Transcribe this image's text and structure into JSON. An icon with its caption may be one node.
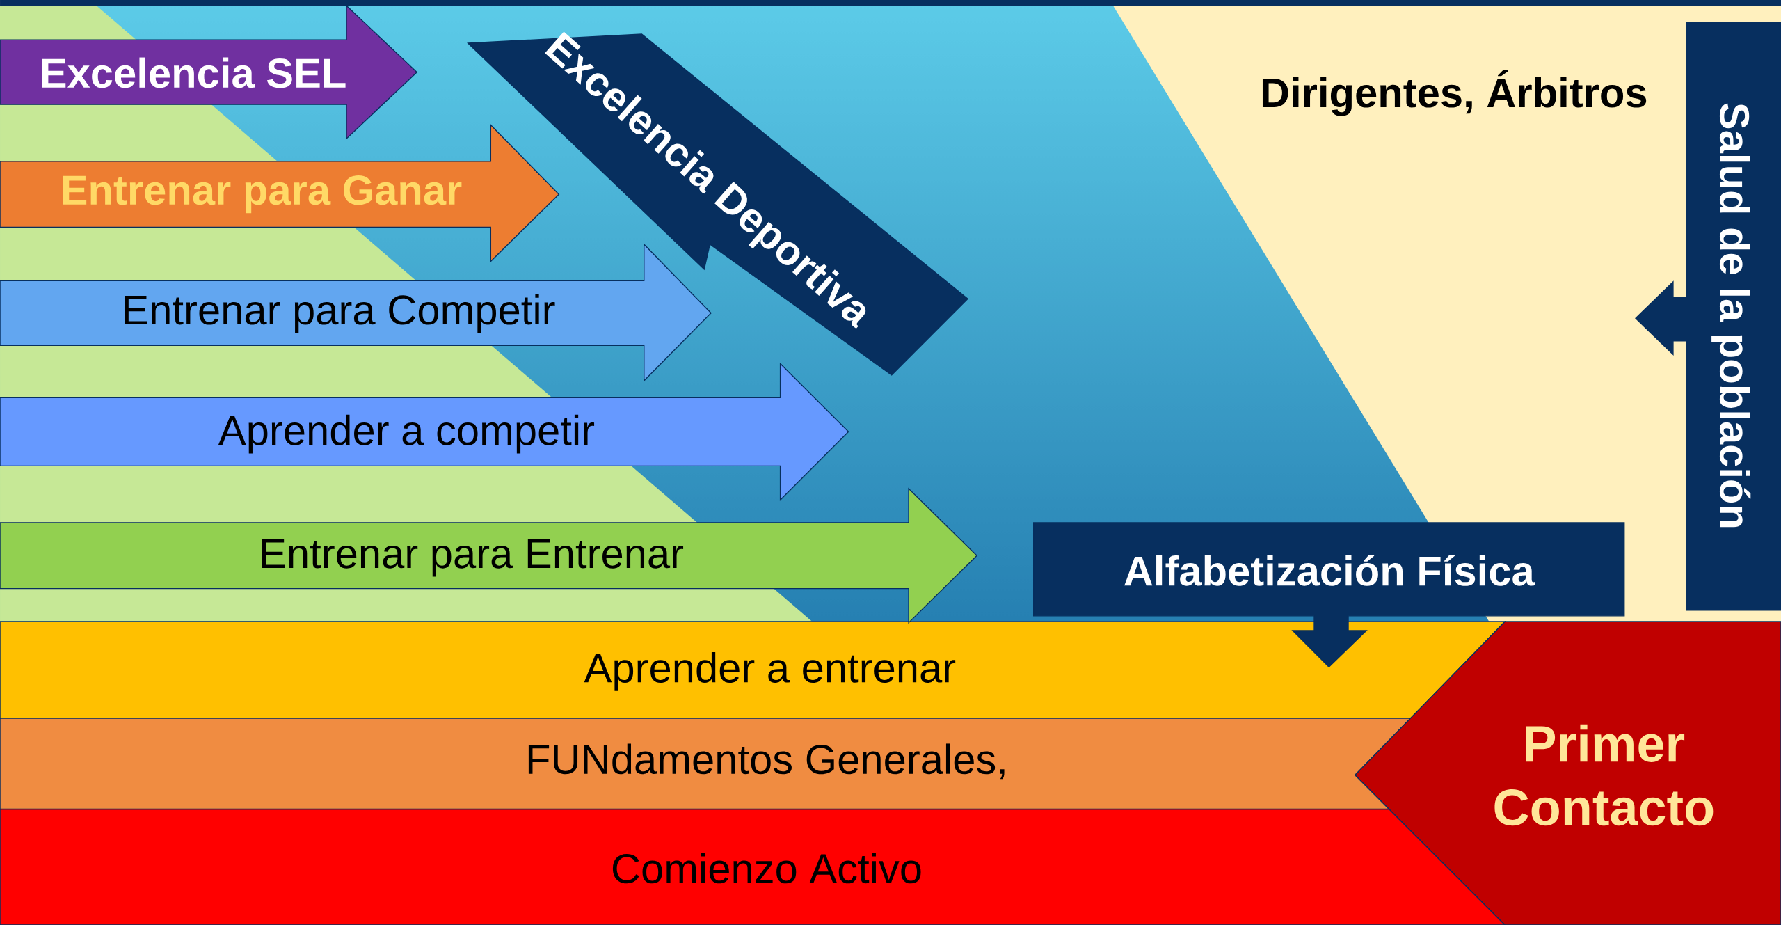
{
  "diagram": {
    "nodes": [
      {
        "text": [
          "Excelencia SEL"
        ]
      },
      {
        "text": [
          "Excelencia Deportiva"
        ]
      },
      {
        "text": [
          "Salud de la población"
        ]
      },
      {
        "text": [
          "Entrenar para Ganar"
        ]
      },
      {
        "text": [
          "Entrenar para Competir"
        ]
      },
      {
        "text": [
          "Aprender a competir"
        ]
      },
      {
        "text": [
          "Entrenar para Entrenar"
        ]
      },
      {
        "text": [
          "Alfabetización Física"
        ]
      },
      {
        "text": [
          "Aprender a entrenar"
        ]
      },
      {
        "text": [
          "FUNdamentos Generales,"
        ]
      },
      {
        "text": [
          "Primer Contacto"
        ]
      },
      {
        "text": [
          "Comienzo Activo"
        ]
      }
    ],
    "labels": [
      "Dirigentes, Árbitros"
    ]
  }
}
